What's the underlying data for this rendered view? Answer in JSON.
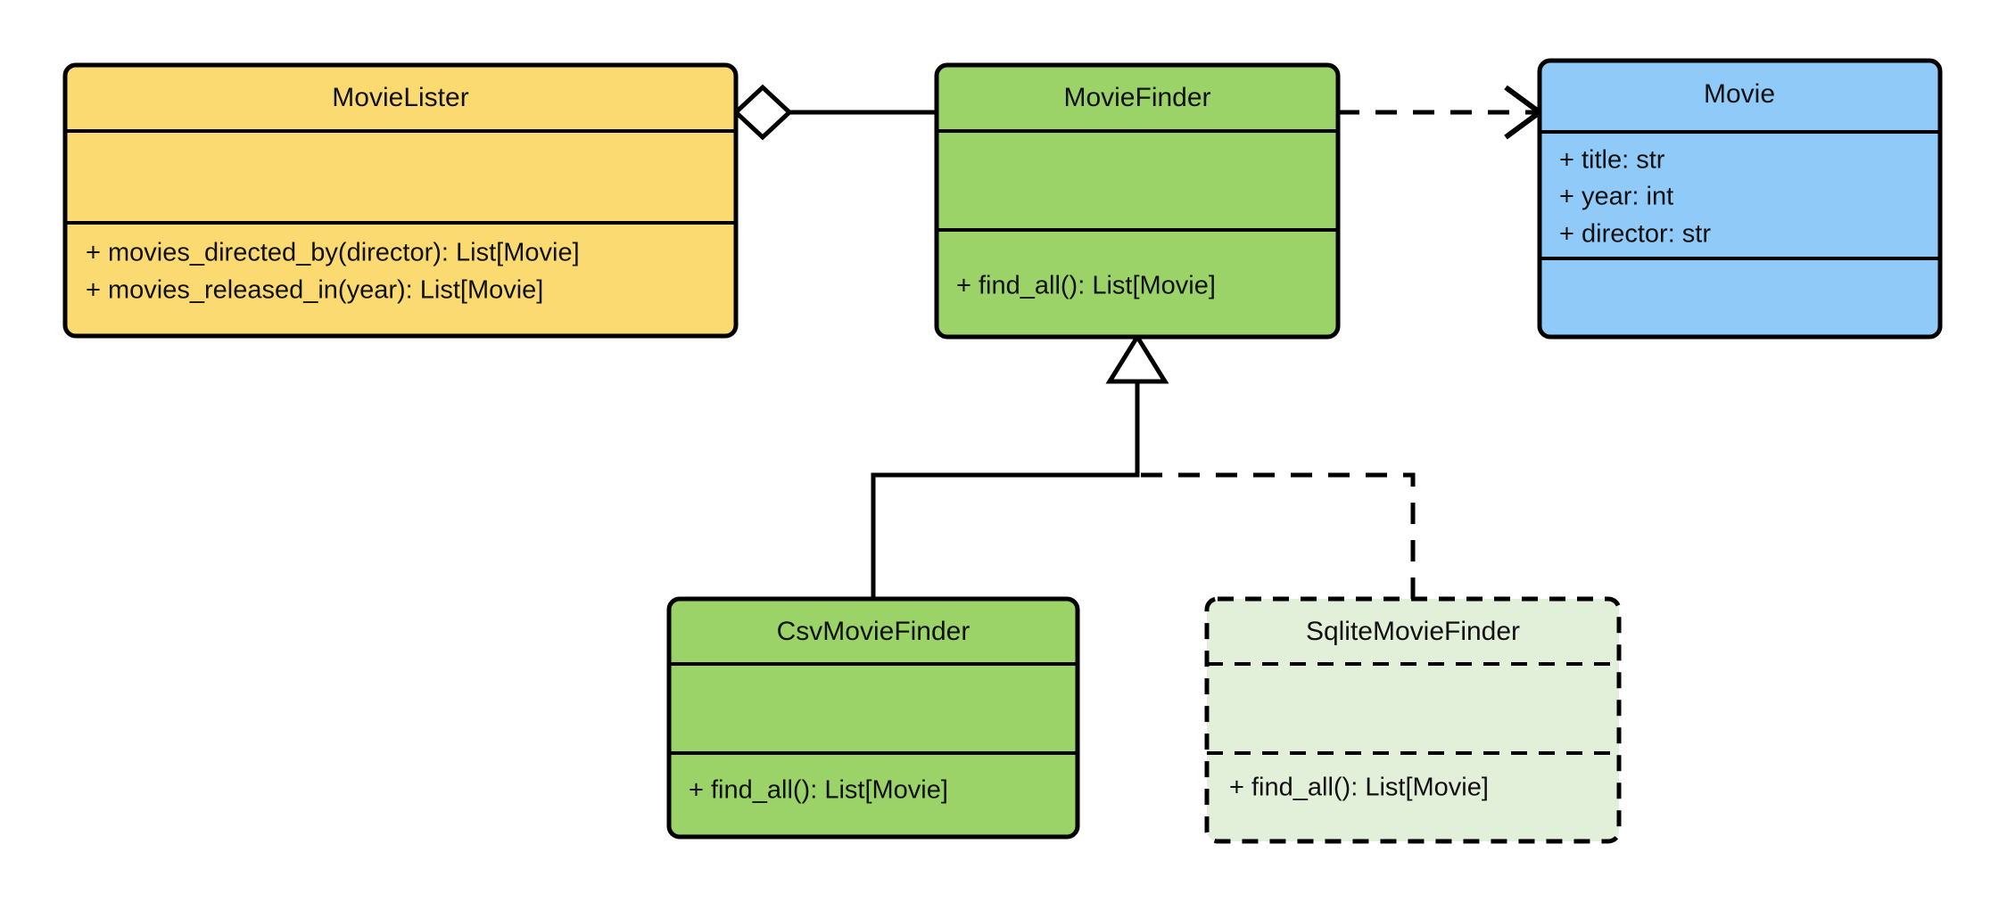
{
  "diagram": {
    "kind": "uml-class-diagram",
    "title": "MovieLister dependency injection class diagram",
    "background_color": "#ffffff",
    "line_color": "#000000"
  },
  "classes": [
    {
      "id": "movie-lister",
      "name": "MovieLister",
      "fill": "#FCDA72",
      "border_style": "solid",
      "attributes": [],
      "methods": [
        "+ movies_directed_by(director): List[Movie]",
        "+ movies_released_in(year): List[Movie]"
      ]
    },
    {
      "id": "movie-finder",
      "name": "MovieFinder",
      "fill": "#9BD368",
      "border_style": "solid",
      "attributes": [],
      "methods": [
        "+ find_all(): List[Movie]"
      ]
    },
    {
      "id": "movie",
      "name": "Movie",
      "fill": "#90CAF9",
      "border_style": "solid",
      "attributes": [
        "+ title: str",
        "+ year: int",
        "+ director: str"
      ],
      "methods": []
    },
    {
      "id": "csv-movie-finder",
      "name": "CsvMovieFinder",
      "fill": "#9BD368",
      "border_style": "solid",
      "attributes": [],
      "methods": [
        "+ find_all(): List[Movie]"
      ]
    },
    {
      "id": "sqlite-movie-finder",
      "name": "SqliteMovieFinder",
      "fill": "#E2F0D9",
      "border_style": "dashed",
      "attributes": [],
      "methods": [
        "+ find_all(): List[Movie]"
      ]
    }
  ],
  "relationships": [
    {
      "id": "aggregation-lister-finder",
      "type": "aggregation",
      "from": "MovieLister",
      "to": "MovieFinder",
      "line_style": "solid",
      "marker": "hollow-diamond",
      "label": ""
    },
    {
      "id": "dependency-finder-movie",
      "type": "dependency",
      "from": "MovieFinder",
      "to": "Movie",
      "line_style": "dashed",
      "marker": "open-arrow",
      "label": ""
    },
    {
      "id": "generalization-csv-finder",
      "type": "generalization",
      "from": "CsvMovieFinder",
      "to": "MovieFinder",
      "line_style": "solid",
      "marker": "hollow-triangle",
      "label": ""
    },
    {
      "id": "generalization-sqlite-finder",
      "type": "generalization",
      "from": "SqliteMovieFinder",
      "to": "MovieFinder",
      "line_style": "dashed",
      "marker": "hollow-triangle",
      "label": ""
    }
  ]
}
